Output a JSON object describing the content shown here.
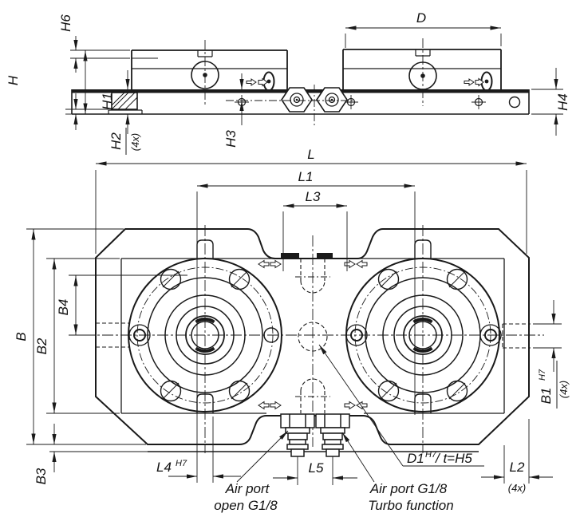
{
  "side_view": {
    "h6": "H6",
    "h": "H",
    "h1": "H1",
    "h2": "H2",
    "h2_qty": "(4x)",
    "h3": "H3",
    "d": "D",
    "h4": "H4"
  },
  "plan_view": {
    "l": "L",
    "l1": "L1",
    "l3": "L3",
    "b": "B",
    "b2": "B2",
    "b4": "B4",
    "b3": "B3",
    "b1": "B1",
    "b1_sup": "H7",
    "b1_qty": "(4x)",
    "l2": "L2",
    "l2_qty": "(4x)",
    "l4": "L4",
    "l4_sup": "H7",
    "l5": "L5",
    "d1": "D1",
    "d1_sup": "H7",
    "d1_rest": "/ t=H5"
  },
  "annotations": {
    "air_open_line1": "Air port",
    "air_open_line2": "open G1/8",
    "air_turbo_line1": "Air port G1/8",
    "air_turbo_line2": "Turbo function"
  },
  "colors": {
    "line": "#1a1a1a",
    "background": "#ffffff"
  }
}
